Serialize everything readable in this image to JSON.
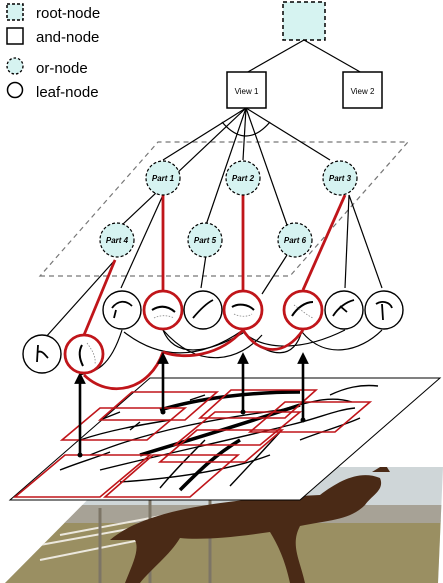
{
  "legend": {
    "root_label": "root-node",
    "and_label": "and-node",
    "or_label": "or-node",
    "leaf_label": "leaf-node"
  },
  "nodes": {
    "view1": "View 1",
    "view2": "View 2",
    "part1": "Part 1",
    "part2": "Part 2",
    "part3": "Part 3",
    "part4": "Part 4",
    "part5": "Part 5",
    "part6": "Part 6"
  },
  "colors": {
    "or_fill": "#d6f3f1",
    "root_fill": "#d6f3f1",
    "selected": "#c0151a",
    "edge": "#000000",
    "plane_dash": "#777777",
    "sky": "#cfd6d8",
    "ground": "#9a8f62",
    "horse": "#4a2a16",
    "fence": "#a7a296"
  }
}
